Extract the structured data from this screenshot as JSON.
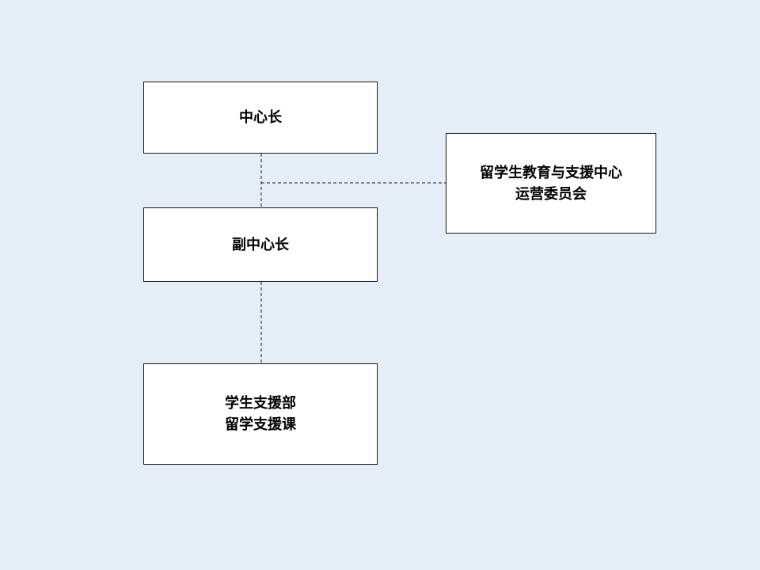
{
  "diagram": {
    "director": {
      "label": "中心长"
    },
    "committee": {
      "line1": "留学生教育与支援中心",
      "line2": "运营委员会"
    },
    "deputy": {
      "label": "副中心长"
    },
    "department": {
      "line1": "学生支援部",
      "line2": "留学支援课"
    }
  }
}
